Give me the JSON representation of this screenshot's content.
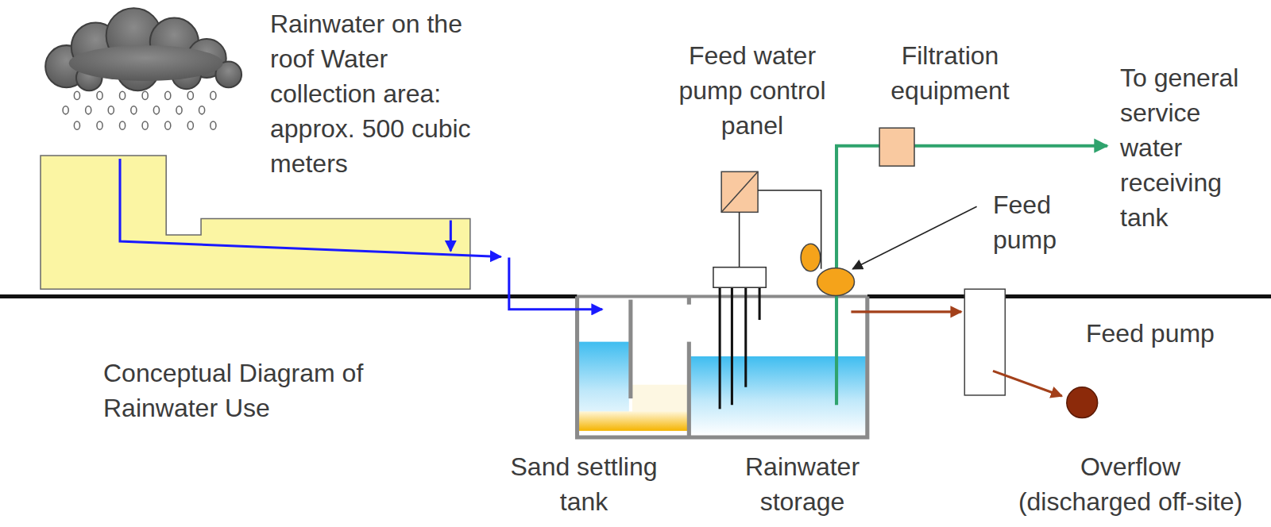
{
  "diagram": {
    "caption": "Conceptual Diagram of Rainwater Use",
    "labels": [
      "Rainwater on the roof Water collection area: approx. 500 cubic meters",
      "Feed water pump control panel",
      "Filtration equipment",
      "To general service water receiving tank",
      "Feed pump",
      "Feed pump",
      "Sand settling tank",
      "Rainwater storage",
      "Overflow (discharged off-site)"
    ]
  }
}
